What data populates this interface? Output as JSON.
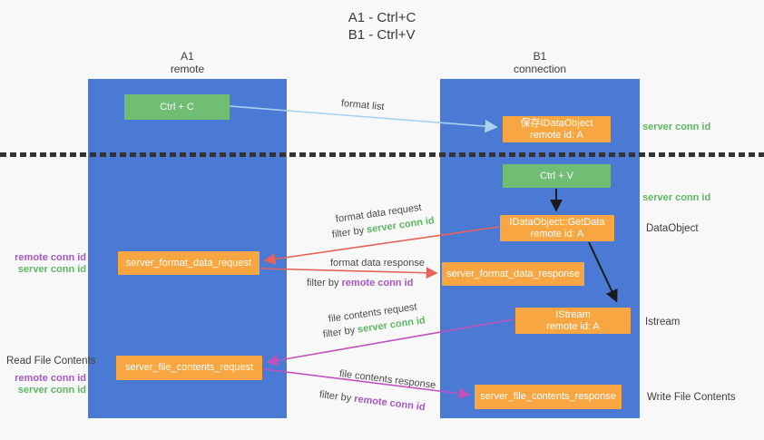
{
  "title": {
    "line1": "A1 - Ctrl+C",
    "line2": "B1 - Ctrl+V"
  },
  "columns": {
    "left": {
      "id": "A1",
      "subtitle": "remote"
    },
    "right": {
      "id": "B1",
      "subtitle": "connection"
    }
  },
  "boxes": {
    "ctrl_c": "Ctrl + C",
    "ctrl_v": "Ctrl + V",
    "save_dataobject_line1": "保存IDataObject",
    "save_dataobject_line2": "remote id: A",
    "getdata_line1": "IDataObject::GetData",
    "getdata_line2": "remote id: A",
    "format_request": "server_format_data_request",
    "format_response": "server_format_data_response",
    "istream_line1": "IStream",
    "istream_line2": "remote id: A",
    "file_request": "server_file_contents_request",
    "file_response": "server_file_contents_response"
  },
  "side_labels": {
    "server_conn_id_top": "server conn id",
    "server_conn_id_mid": "server conn id",
    "dataobject": "DataObject",
    "istream": "Istream",
    "write_file_contents": "Write File Contents",
    "read_file_contents": "Read File Contents",
    "remote_conn_id_1": "remote conn id",
    "server_conn_id_1": "server conn id",
    "remote_conn_id_2": "remote conn id",
    "server_conn_id_2": "server conn id"
  },
  "arrow_labels": {
    "format_list": "format list",
    "format_data_request": "format data request",
    "format_data_response": "format data response",
    "file_contents_request": "file contents request",
    "file_contents_response": "file contents response",
    "filter_by_1": "filter by ",
    "filter_by_2": "filter by ",
    "filter_by_3": "filter by ",
    "filter_by_4": "filter by ",
    "server_conn_id_a": "server conn id",
    "remote_conn_id_a": "remote conn id",
    "server_conn_id_b": "server conn id",
    "remote_conn_id_b": "remote conn id"
  },
  "colors": {
    "lifeline_blue": "#4a7ad4",
    "box_green": "#6fbe73",
    "box_orange": "#f7a642",
    "arrow_light_blue": "#a9d1f0",
    "arrow_red": "#e8625a",
    "arrow_magenta": "#c051bd",
    "arrow_black": "#1a1a1a",
    "id_green": "#5cb860",
    "id_purple": "#a855c8",
    "background": "#f8f8f8"
  }
}
